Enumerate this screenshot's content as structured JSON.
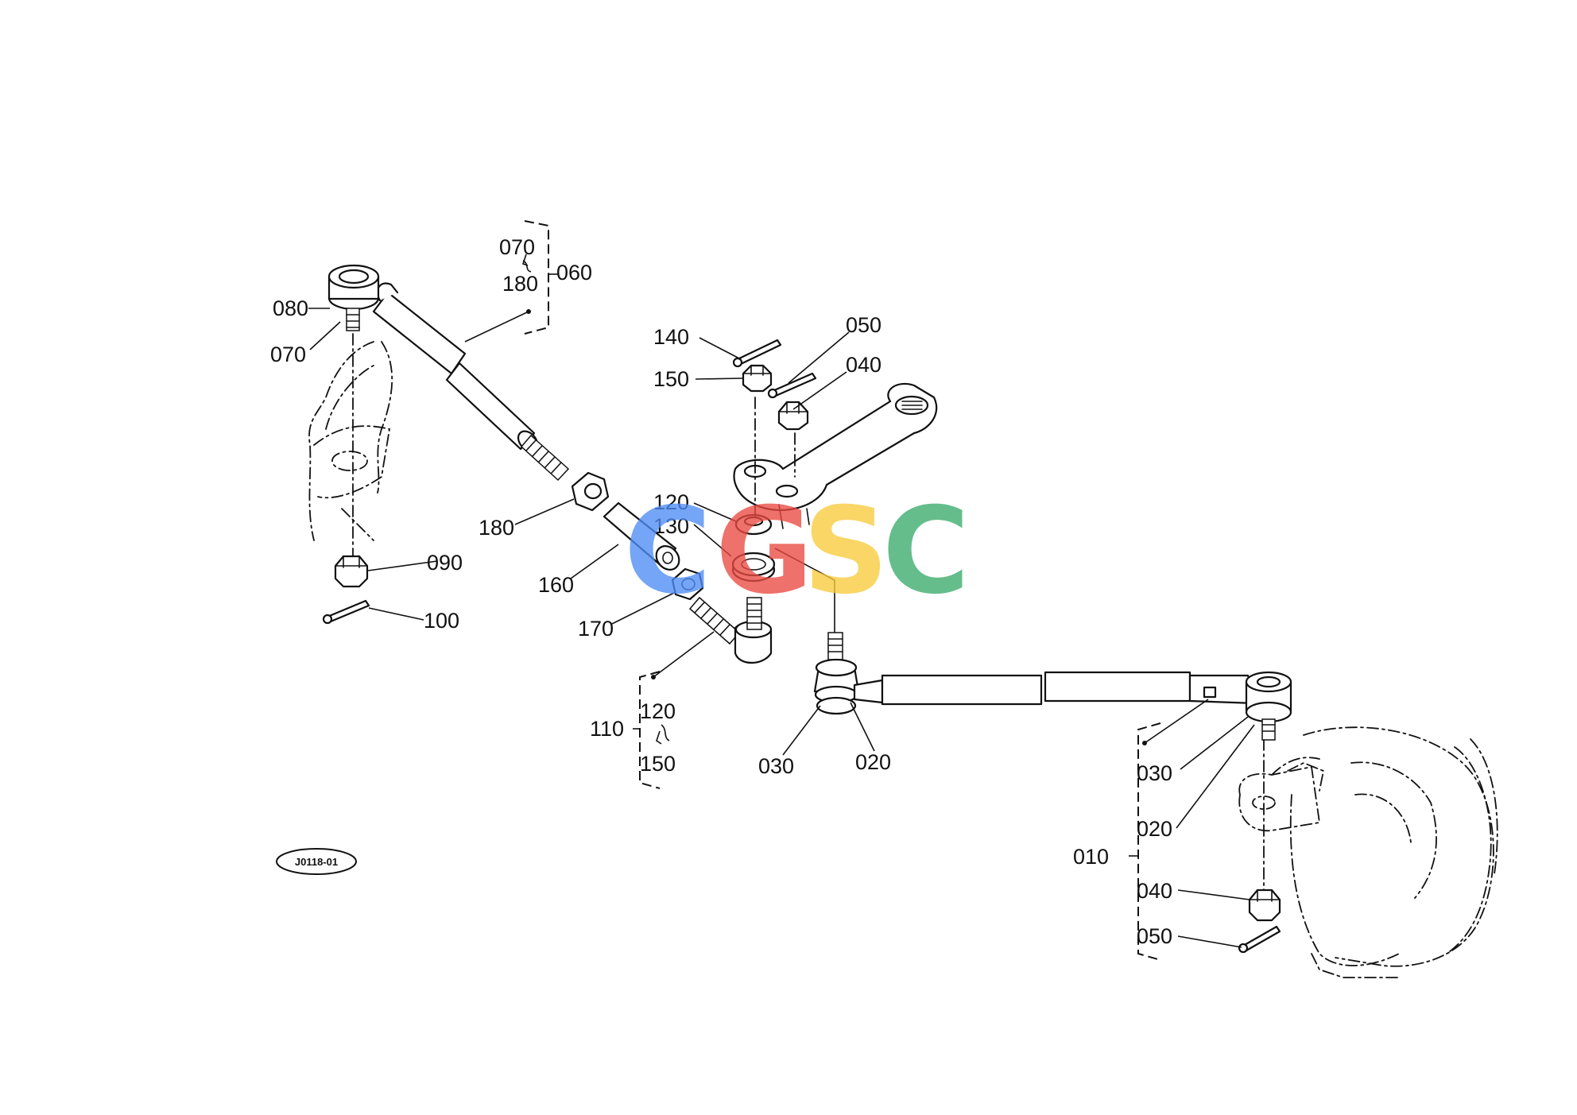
{
  "diagram_code": "J0118-01",
  "watermark": {
    "letters": [
      "C",
      "G",
      "S",
      "C"
    ],
    "colors": [
      "#4f8df5",
      "#ea4a42",
      "#f8cb3c",
      "#3aab6c"
    ]
  },
  "labels": {
    "l070a": "070",
    "l180a": "180",
    "l060": "060",
    "l080": "080",
    "l070b": "070",
    "l140": "140",
    "l050a": "050",
    "l150a": "150",
    "l040a": "040",
    "l120a": "120",
    "l130": "130",
    "l180b": "180",
    "l160": "160",
    "l090": "090",
    "l100": "100",
    "l170": "170",
    "l110": "110",
    "l120b": "120",
    "l150b": "150",
    "l030a": "030",
    "l020a": "020",
    "l030b": "030",
    "l020b": "020",
    "l010": "010",
    "l040b": "040",
    "l050b": "050"
  }
}
